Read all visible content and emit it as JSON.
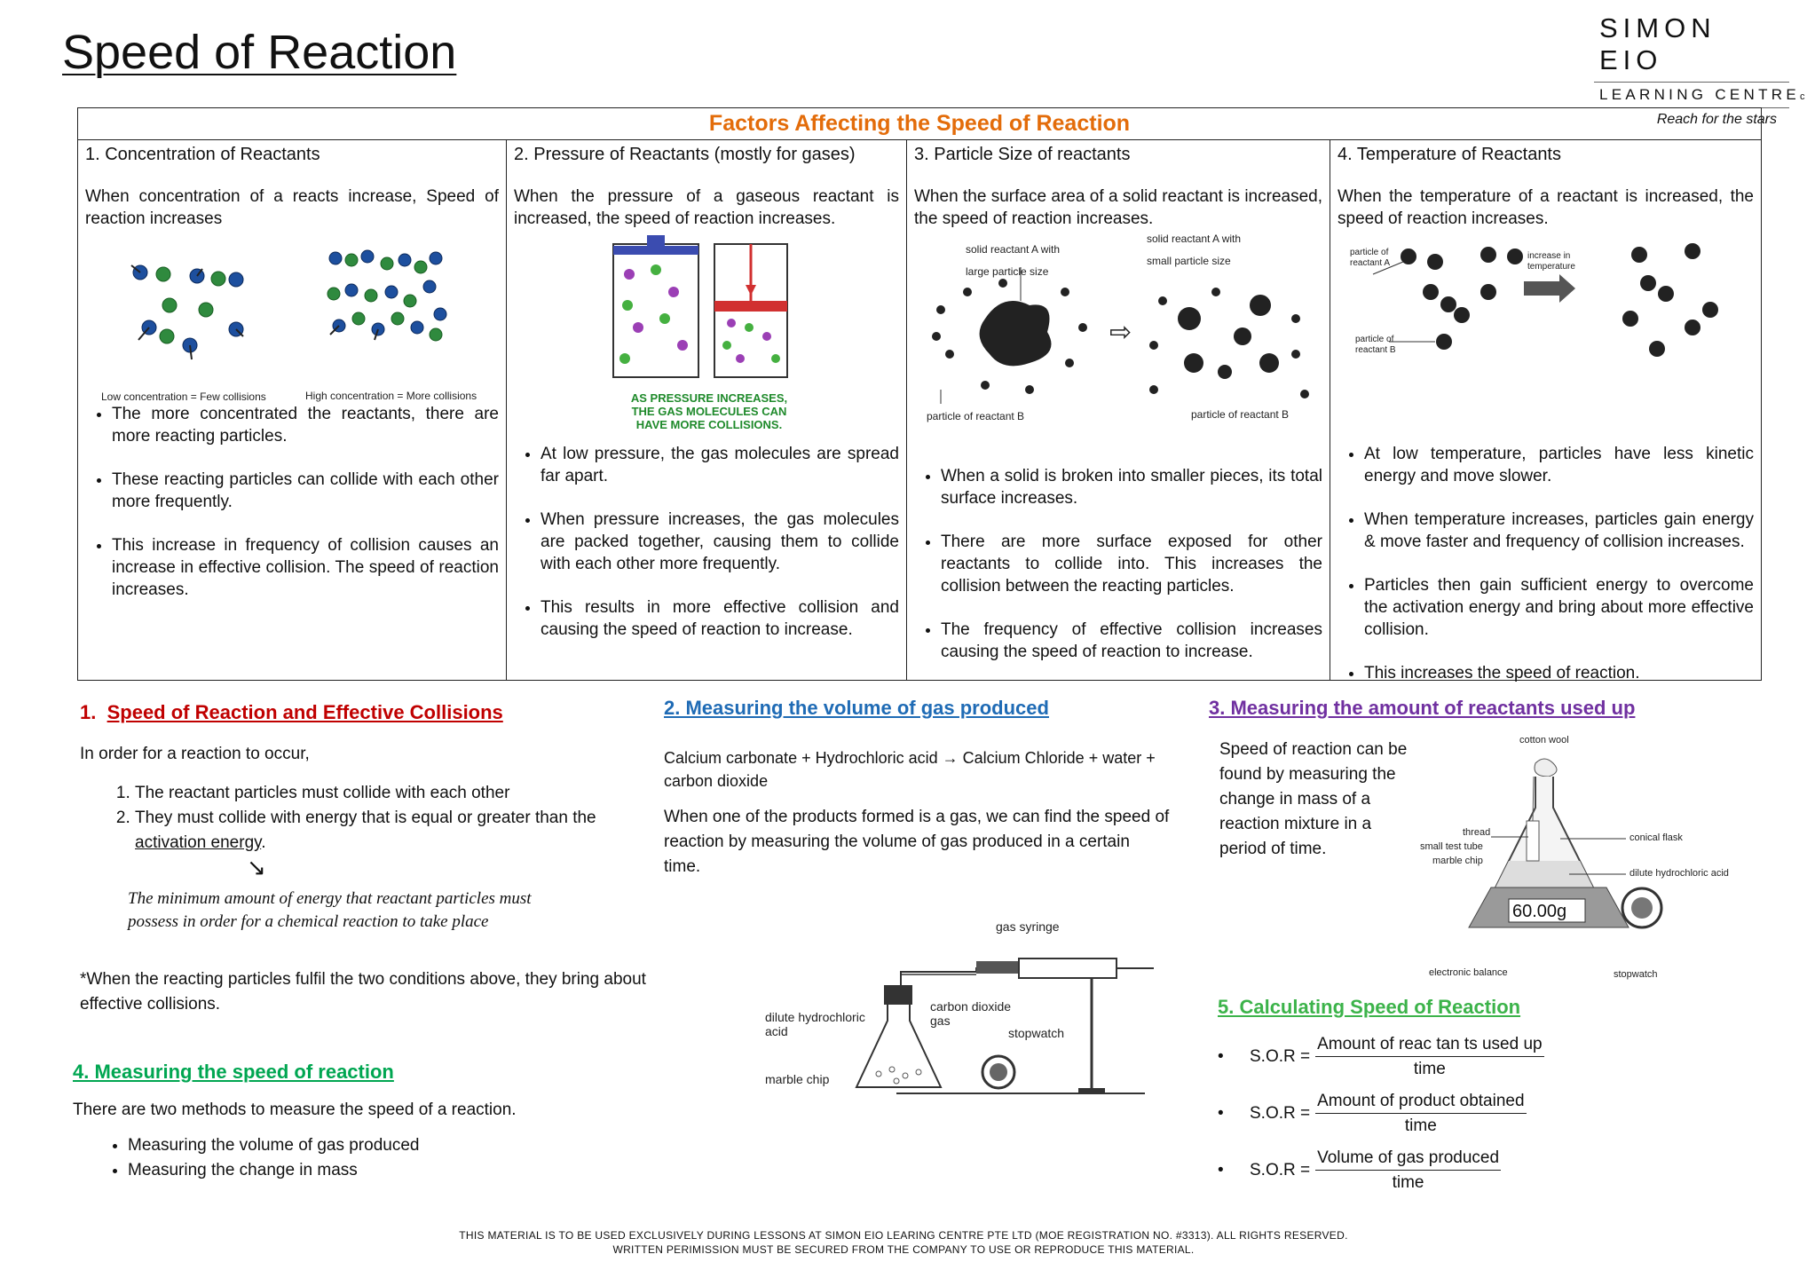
{
  "title": "Speed of Reaction",
  "logo": {
    "line1": "SIMON EIO",
    "line2": "LEARNING CENTRE",
    "mark": "c",
    "tagline": "Reach for the stars"
  },
  "factors": {
    "heading": "Factors Affecting the Speed of Reaction",
    "columns": [
      {
        "heading": "1.  Concentration of Reactants",
        "intro": "When concentration of a reacts increase, Speed of reaction increases",
        "captions": [
          "Low concentration = Few collisions",
          "High concentration = More collisions"
        ],
        "bullets": [
          "The more concentrated the reactants, there are more reacting particles.",
          "These reacting particles can collide with each other more frequently.",
          "This increase in frequency of collision causes an increase in effective collision. The speed of reaction increases."
        ]
      },
      {
        "heading": "2.  Pressure of Reactants (mostly for gases)",
        "intro": "When the pressure of a gaseous reactant is increased, the speed of reaction increases.",
        "captions": [
          "AS PRESSURE INCREASES,",
          "THE GAS MOLECULES CAN",
          "HAVE MORE COLLISIONS."
        ],
        "bullets": [
          "At low pressure, the gas molecules are spread far apart.",
          "When pressure increases, the gas molecules are packed together, causing them to collide with each other more frequently.",
          "This results in more effective collision and causing the speed of reaction to increase."
        ]
      },
      {
        "heading": "3.  Particle Size of reactants",
        "intro": "When the surface area of a solid reactant is increased, the speed of reaction increases.",
        "captions": [
          "solid reactant A with large particle size",
          "solid reactant A with small particle size",
          "particle of reactant B",
          "particle of reactant B"
        ],
        "bullets": [
          "When a solid is broken into smaller pieces, its total surface increases.",
          "There are more surface exposed for other reactants to collide into. This increases the collision between the reacting particles.",
          "The frequency of effective collision increases causing the speed of reaction to increase."
        ]
      },
      {
        "heading": "4.  Temperature of Reactants",
        "intro": "When the temperature of a reactant is increased, the speed of reaction increases.",
        "captions": [
          "particle of reactant A",
          "increase in temperature",
          "particle of reactant B"
        ],
        "bullets": [
          "At low temperature, particles have less kinetic energy and move slower.",
          "When temperature increases, particles gain energy & move faster and frequency of collision increases.",
          "Particles then gain sufficient energy to overcome the activation energy and bring about more effective collision.",
          "This increases the speed of reaction."
        ]
      }
    ]
  },
  "effective": {
    "heading_num": "1.",
    "heading": "Speed of Reaction and Effective Collisions",
    "intro": "In order for a reaction to occur,",
    "items": [
      "The reactant particles must collide with each other",
      "They must collide with energy that is equal or greater than the"
    ],
    "term": "activation energy",
    "definition": "The minimum amount of energy that reactant particles must possess in order for a chemical reaction to take place",
    "note": "*When the reacting particles fulfil the two conditions above, they bring about effective collisions."
  },
  "measuring": {
    "heading": "4. Measuring the speed of reaction",
    "intro": "There are two methods to measure the speed of a reaction.",
    "items": [
      "Measuring the volume of gas produced",
      "Measuring the change in mass"
    ]
  },
  "gas_volume": {
    "heading": "2. Measuring the volume of gas produced",
    "equation": "Calcium carbonate + Hydrochloric acid → Calcium Chloride + water + carbon dioxide",
    "text": "When one of the products formed is a gas, we can find the speed of reaction by measuring the volume of gas produced in a certain time.",
    "labels": {
      "syringe": "gas syringe",
      "acid": "dilute hydrochloric acid",
      "co2": "carbon dioxide gas",
      "stopwatch": "stopwatch",
      "chip": "marble chip"
    }
  },
  "mass": {
    "heading": "3. Measuring the amount of reactants used up",
    "text": "Speed of reaction can be found by measuring the change in mass of a reaction mixture in a period of time.",
    "labels": {
      "cotton": "cotton wool",
      "thread": "thread",
      "tube": "small test tube",
      "chip": "marble chip",
      "flask": "conical flask",
      "acid": "dilute hydrochloric acid",
      "balance": "electronic balance",
      "stopwatch": "stopwatch"
    },
    "reading": "60.00g"
  },
  "calc": {
    "heading": "5. Calculating Speed of Reaction",
    "rows": [
      {
        "lhs": "S.O.R =",
        "num": "Amount of reac tan ts used up",
        "den": "time"
      },
      {
        "lhs": "S.O.R =",
        "num": "Amount of product obtained",
        "den": "time"
      },
      {
        "lhs": "S.O.R =",
        "num": "Volume of gas produced",
        "den": "time"
      }
    ]
  },
  "footer": {
    "line1": "THIS MATERIAL IS TO BE USED EXCLUSIVELY DURING LESSONS AT SIMON EIO LEARING CENTRE PTE LTD (MOE REGISTRATION NO. #3313). ALL RIGHTS RESERVED.",
    "line2": "WRITTEN PERIMISSION MUST BE SECURED FROM THE COMPANY TO USE OR REPRODUCE THIS MATERIAL."
  },
  "colors": {
    "orange": "#e36c0a",
    "red": "#c00000",
    "blue": "#1f6bb5",
    "purple": "#7030a0",
    "green": "#00a651",
    "lightgreen": "#3cb34a"
  }
}
